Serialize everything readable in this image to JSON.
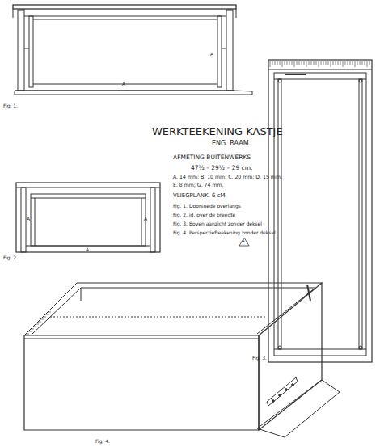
{
  "diagram": {
    "title": "WERKTEEKENING KASTJE",
    "labels": [
      "ENG. RAAM.",
      "AFMETING BUITENWERKS",
      "47½ – 29½ – 29 cm.",
      "A. 14 mm; B. 10 mm; C. 20 mm; D. 15 mm;",
      "E. 8 mm; G. 74 mm.",
      "VLIEGPLANK. 6 cM.",
      "Fig. 1. Doorsnede overlangs",
      "Fig. 2. id. over de breedte",
      "Fig. 3. Boven aanzicht zonder deksel",
      "Fig. 4. Perspectiefteekening zonder deksel",
      "A",
      "Fig. 1.",
      "Fig. 2.",
      "Fig. 3.",
      "Fig. 4.",
      "A",
      "A",
      "A",
      "A",
      "A"
    ]
  }
}
